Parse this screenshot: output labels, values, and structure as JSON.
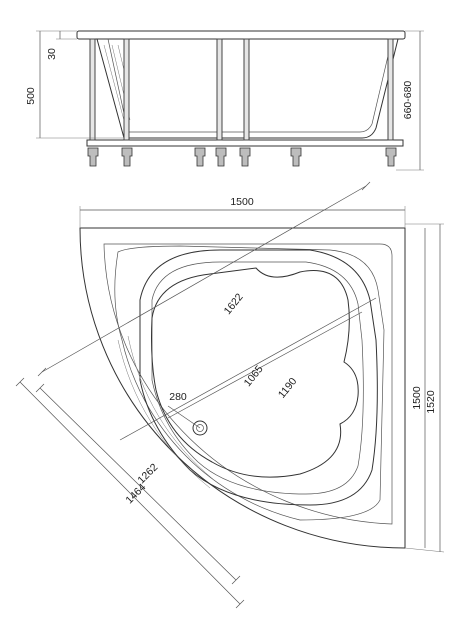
{
  "side_view": {
    "dim_total_height": "500",
    "dim_rim": "30",
    "dim_leg_height": "660-680"
  },
  "top_view": {
    "dim_width_top": "1500",
    "dim_inner_side": "1500",
    "dim_outer_side": "1520",
    "dim_diagonal_outer": "1622",
    "dim_diagonal_basin": "1190",
    "dim_diagonal_inner": "1065",
    "dim_drain_offset": "280",
    "dim_edge_inner": "1262",
    "dim_edge_outer": "1464"
  }
}
